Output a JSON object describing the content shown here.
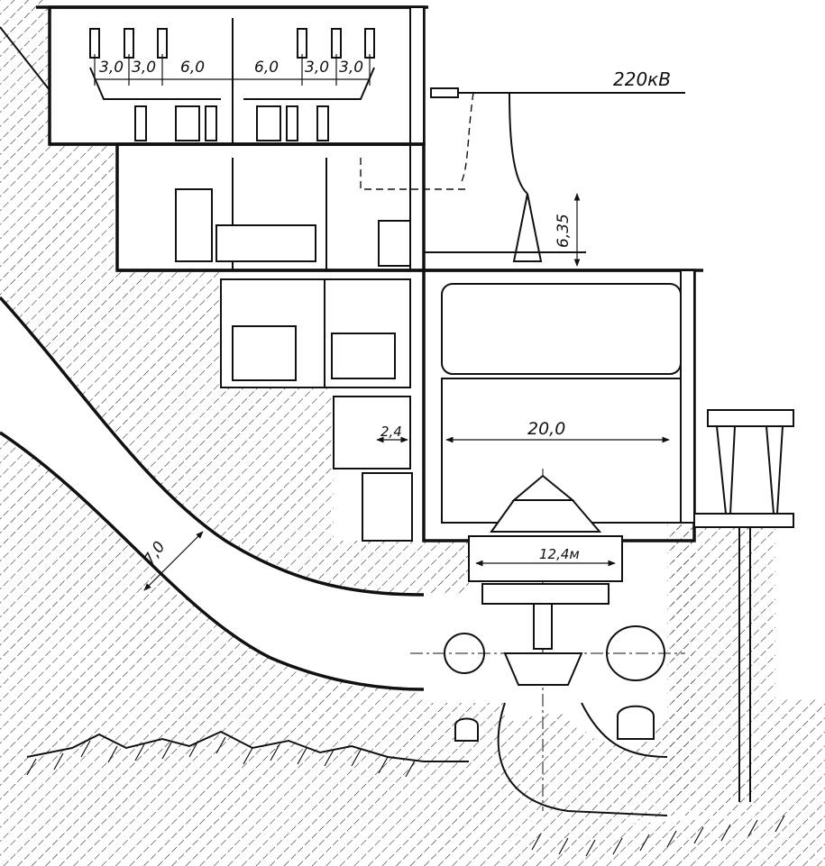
{
  "labels": {
    "voltage": "220кВ",
    "dim_top_1": "3,0",
    "dim_top_2": "3,0",
    "dim_top_3": "6,0",
    "dim_top_4": "6,0",
    "dim_top_5": "3,0",
    "dim_top_6": "3,0",
    "dim_height": "6,35",
    "dim_hall_width": "20,0",
    "dim_room_width": "2,4",
    "dim_generator": "12,4м",
    "dim_tunnel": "7,0"
  }
}
